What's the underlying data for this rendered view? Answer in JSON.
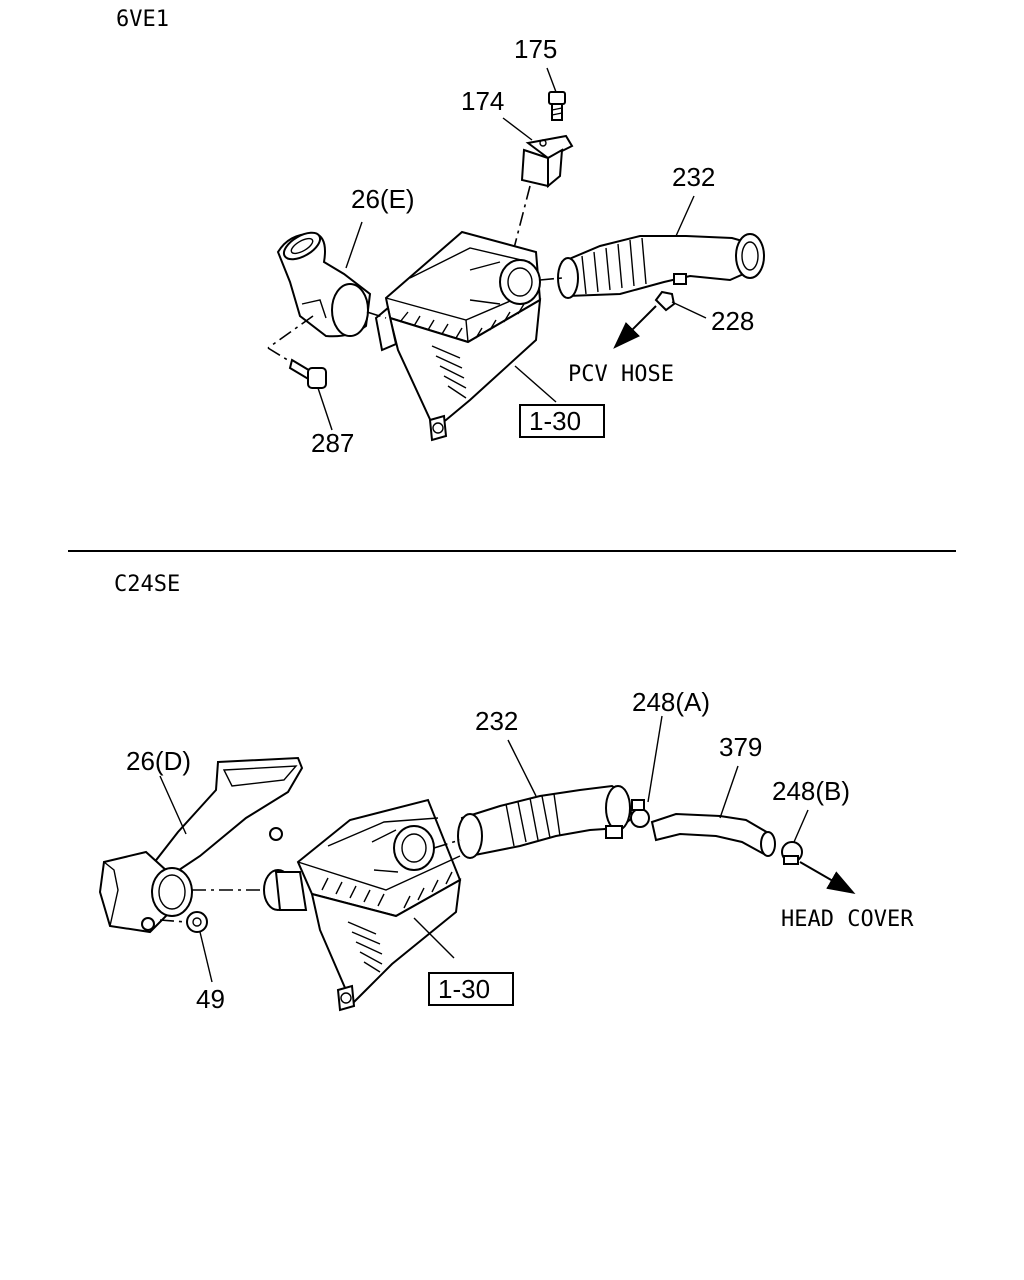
{
  "sections": [
    {
      "id": "top",
      "label": "6VE1"
    },
    {
      "id": "bottom",
      "label": "C24SE"
    }
  ],
  "top_callouts": {
    "c175": "175",
    "c174": "174",
    "c26e": "26(E)",
    "c232": "232",
    "c228": "228",
    "c287": "287",
    "ref": "1-30",
    "pcv": "PCV HOSE"
  },
  "bottom_callouts": {
    "c26d": "26(D)",
    "c232": "232",
    "c248a": "248(A)",
    "c379": "379",
    "c248b": "248(B)",
    "c49": "49",
    "ref": "1-30",
    "head": "HEAD COVER"
  },
  "icons": [
    "air-cleaner-box",
    "intake-duct",
    "air-hose",
    "clamp",
    "bolt",
    "mass-air-flow-sensor",
    "arrow"
  ]
}
